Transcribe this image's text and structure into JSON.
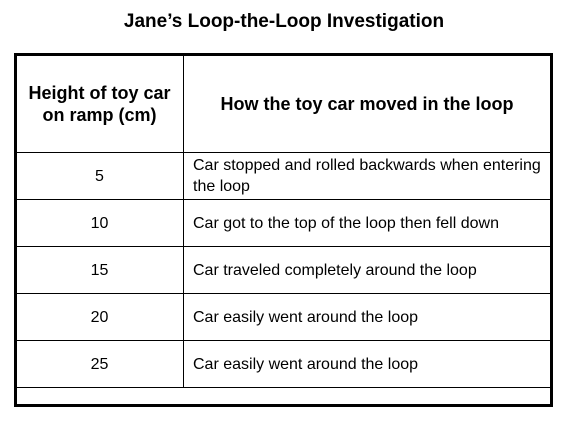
{
  "title": "Jane’s Loop-the-Loop Investigation",
  "table": {
    "headers": {
      "height": "Height of toy car on ramp (cm)",
      "movement": "How the toy car moved in the loop"
    },
    "rows": [
      {
        "height": "5",
        "movement": "Car stopped and rolled backwards when entering the loop"
      },
      {
        "height": "10",
        "movement": "Car got to the top of the loop then fell down"
      },
      {
        "height": "15",
        "movement": "Car traveled completely around the loop"
      },
      {
        "height": "20",
        "movement": "Car easily went around the loop"
      },
      {
        "height": "25",
        "movement": "Car easily went around the loop"
      }
    ]
  }
}
